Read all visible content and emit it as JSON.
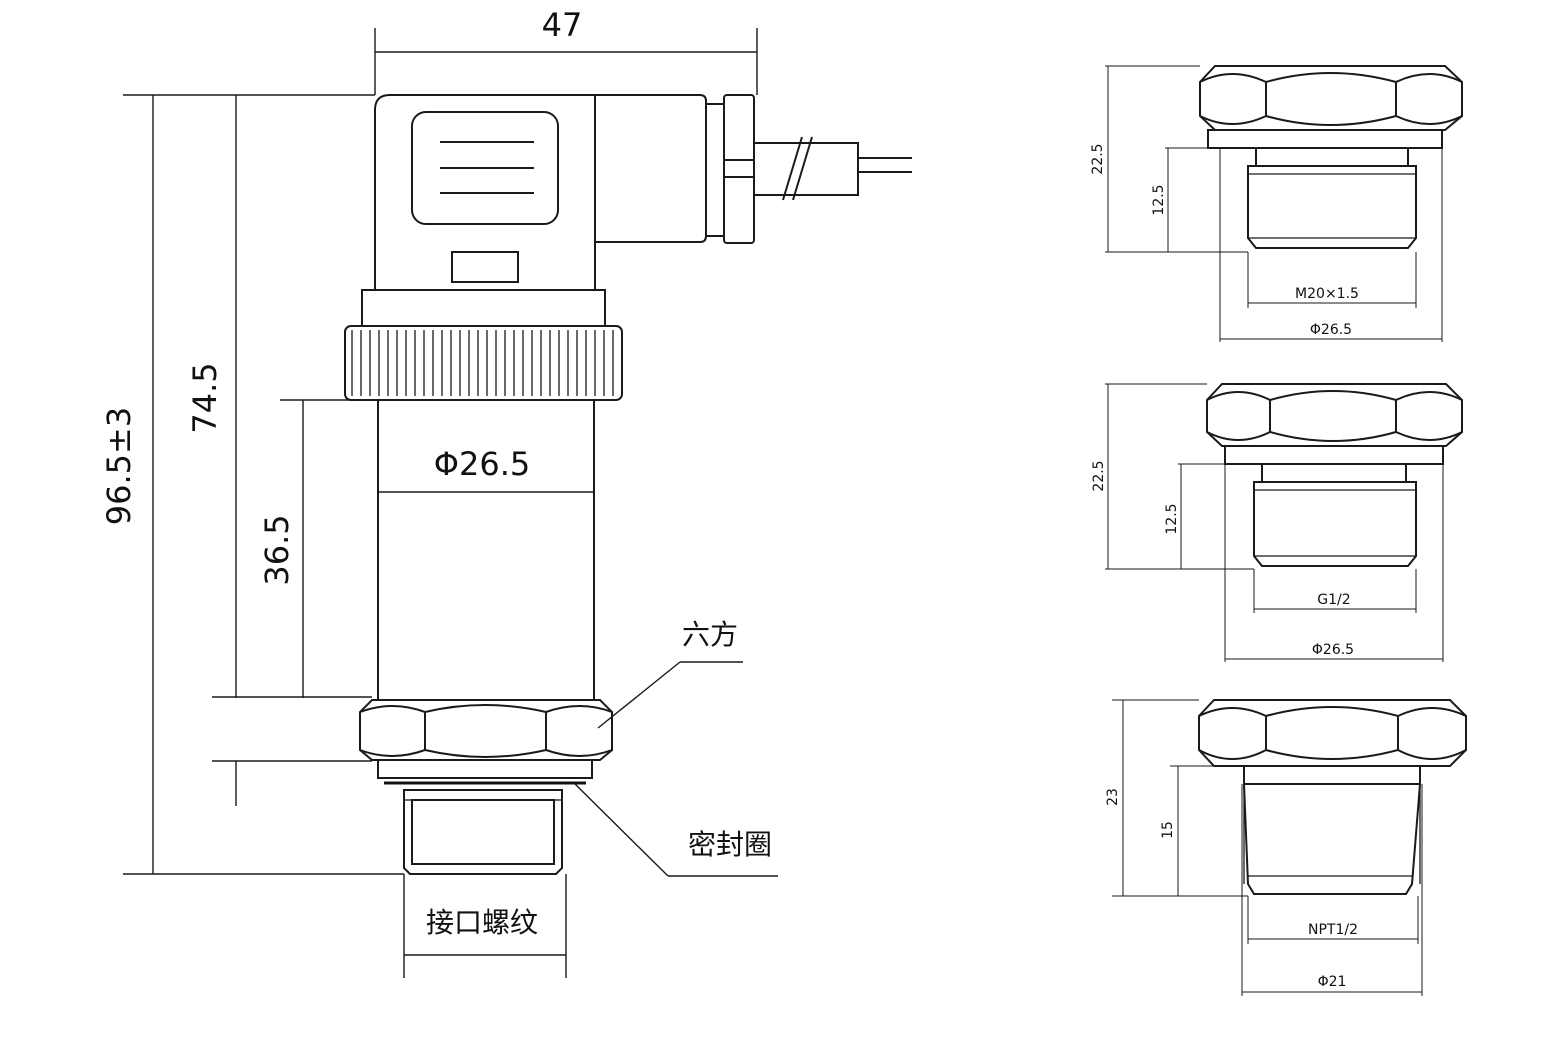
{
  "main_view": {
    "dim_width": "47",
    "dim_total_height": "96.5±3",
    "dim_height_2": "74.5",
    "dim_height_3": "36.5",
    "dim_diameter": "Φ26.5",
    "label_hex": "六方",
    "label_seal": "密封圈",
    "label_thread": "接口螺纹"
  },
  "detail_m20": {
    "dim_height_outer": "22.5",
    "dim_height_inner": "12.5",
    "thread_label": "M20×1.5",
    "diameter_label": "Φ26.5"
  },
  "detail_g12": {
    "dim_height_outer": "22.5",
    "dim_height_inner": "12.5",
    "thread_label": "G1/2",
    "diameter_label": "Φ26.5"
  },
  "detail_npt": {
    "dim_height_outer": "23",
    "dim_height_inner": "15",
    "thread_label": "NPT1/2",
    "diameter_label": "Φ21"
  }
}
